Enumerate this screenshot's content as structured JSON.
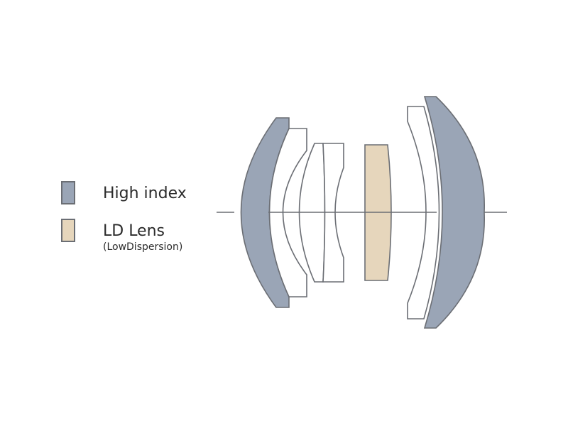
{
  "legend": {
    "high_index": {
      "label": "High index",
      "color": "#9aa5b6"
    },
    "ld_lens": {
      "label": "LD Lens",
      "sublabel": "(LowDispersion)",
      "color": "#e6d6bc"
    }
  },
  "elements": [
    {
      "id": "element-1",
      "type": "high_index"
    },
    {
      "id": "element-2",
      "type": "standard"
    },
    {
      "id": "element-3",
      "type": "standard"
    },
    {
      "id": "element-4",
      "type": "standard"
    },
    {
      "id": "element-5",
      "type": "ld_lens"
    },
    {
      "id": "element-6",
      "type": "standard"
    },
    {
      "id": "element-7",
      "type": "high_index"
    }
  ]
}
